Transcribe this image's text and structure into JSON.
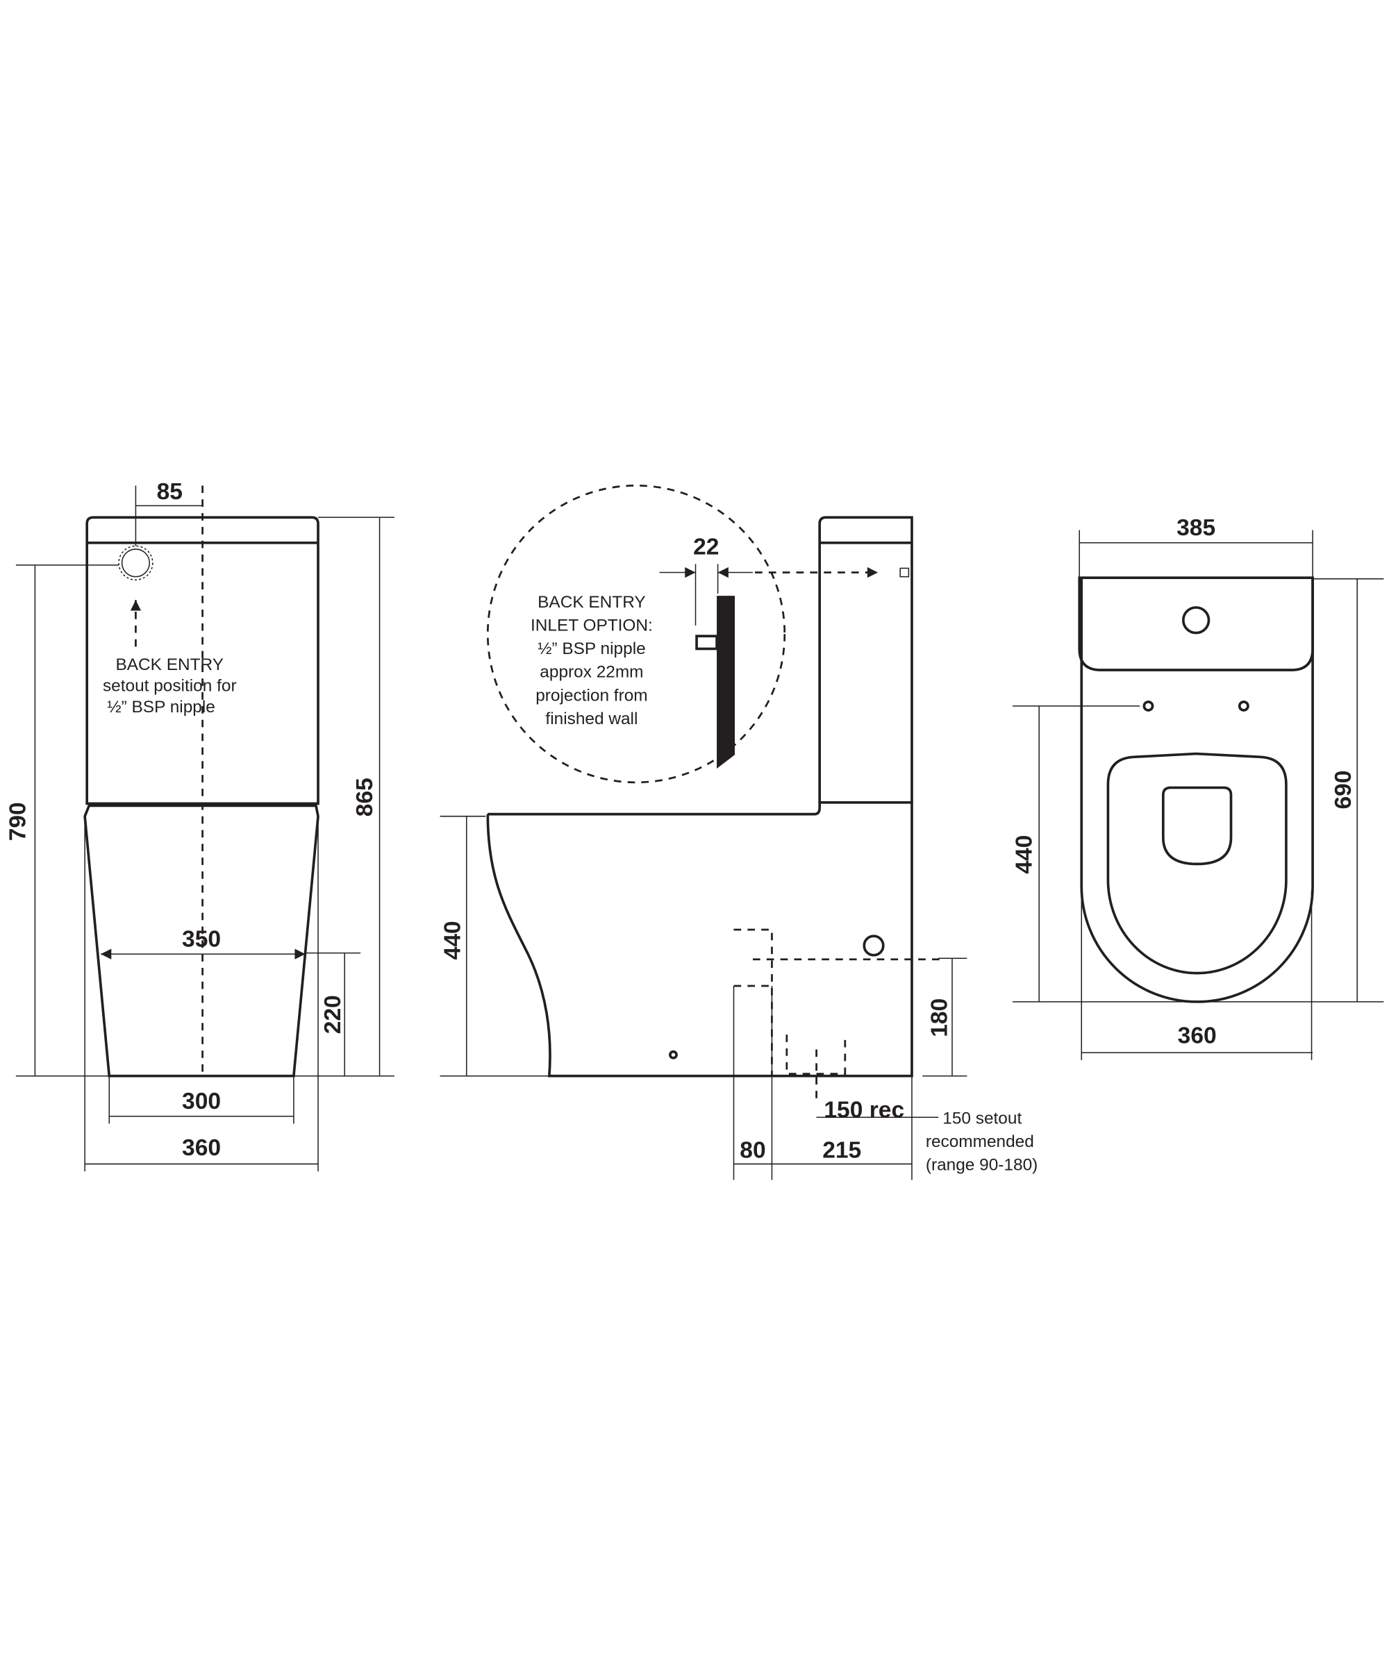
{
  "colors": {
    "line": "#231f20",
    "background": "#ffffff"
  },
  "front_view": {
    "dim_85": "85",
    "dim_790": "790",
    "dim_865": "865",
    "dim_350": "350",
    "dim_220": "220",
    "dim_300": "300",
    "dim_360": "360",
    "note": [
      "BACK ENTRY",
      "setout position for",
      "½” BSP nipple"
    ]
  },
  "side_view": {
    "dim_22": "22",
    "detail_note": [
      "BACK ENTRY",
      "INLET OPTION:",
      "½” BSP nipple",
      "approx 22mm",
      "projection from",
      "finished wall"
    ],
    "dim_440": "440",
    "dim_180": "180",
    "dim_150_rec": "150 rec",
    "setout_note": [
      "150 setout",
      "recommended",
      "(range 90-180)"
    ],
    "dim_80": "80",
    "dim_215": "215"
  },
  "plan_view": {
    "dim_385": "385",
    "dim_690": "690",
    "dim_440": "440",
    "dim_360": "360"
  }
}
